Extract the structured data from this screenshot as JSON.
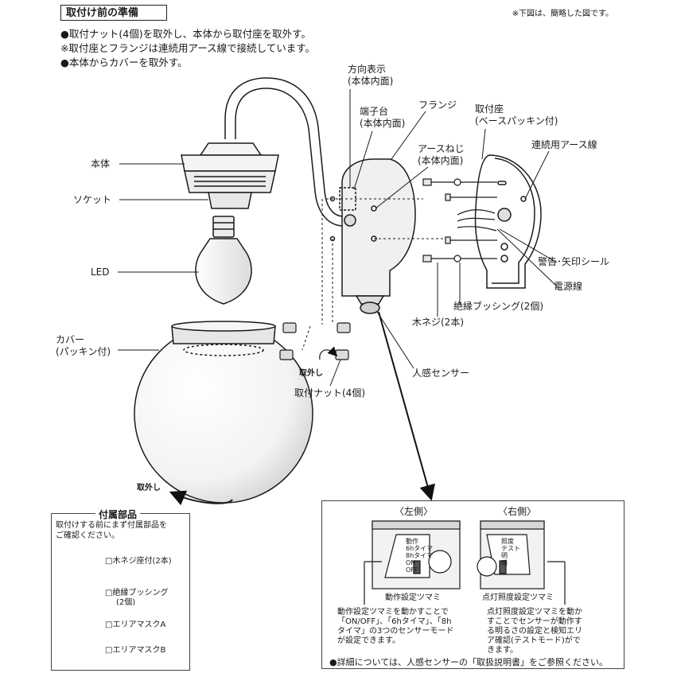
{
  "header": {
    "title": "取付け前の準備",
    "note": "※下図は、簡略した図です。",
    "lines": [
      "●取付ナット(4個)を取外し、本体から取付座を取外す。",
      "※取付座とフランジは連続用アース線で接続しています。",
      "●本体からカバーを取外す。"
    ]
  },
  "labels": {
    "body": "本体",
    "socket": "ソケット",
    "led": "LED",
    "cover_1": "カバー",
    "cover_2": "(パッキン付)",
    "direction_1": "方向表示",
    "direction_2": "(本体内面)",
    "terminal_1": "端子台",
    "terminal_2": "(本体内面)",
    "flange": "フランジ",
    "earth_screw_1": "アースねじ",
    "earth_screw_2": "(本体内面)",
    "mount_1": "取付座",
    "mount_2": "(ベースパッキン付)",
    "earth_wire": "連続用アース線",
    "warning_seal": "警告･矢印シール",
    "power_wire": "電源線",
    "bushing": "絶縁ブッシング(2個)",
    "wood_screw": "木ネジ(2本)",
    "sensor": "人感センサー",
    "remove_nut": "取外し",
    "mount_nut": "取付ナット(4個)",
    "remove_cover": "取外し"
  },
  "accessories": {
    "title": "付属部品",
    "intro_1": "取付けする前にまず付属部品を",
    "intro_2": "ご確認ください。",
    "items": [
      "□木ネジ座付(2本)",
      "□絶縁ブッシング",
      "(2個)",
      "□エリアマスクA",
      "□エリアマスクB"
    ]
  },
  "sensor_panel": {
    "left_title": "〈左側〉",
    "right_title": "〈右側〉",
    "left_knob": "動作設定ツマミ",
    "right_knob": "点灯照度設定ツマミ",
    "left_panel_text": [
      "動作",
      "6hタイマ",
      "8hタイマ",
      "ON",
      "OFF"
    ],
    "right_panel_text": [
      "照度",
      "テスト",
      "明",
      "暗"
    ],
    "left_desc": [
      "動作設定ツマミを動かすことで",
      "「ON/OFF」、「6hタイマ」、「8h",
      "タイマ」の3つのセンサーモード",
      "が設定できます。"
    ],
    "right_desc": [
      "点灯照度設定ツマミを動か",
      "すことでセンサーが動作す",
      "る明るさの設定と検知エリ",
      "ア確認(テストモード)がで",
      "きます。"
    ],
    "footer": "●詳細については、人感センサーの「取扱説明書」をご参照ください。"
  },
  "colors": {
    "line": "#1a1a1a",
    "fill_light": "#f2f2f2",
    "fill_mid": "#d8d8d8"
  }
}
